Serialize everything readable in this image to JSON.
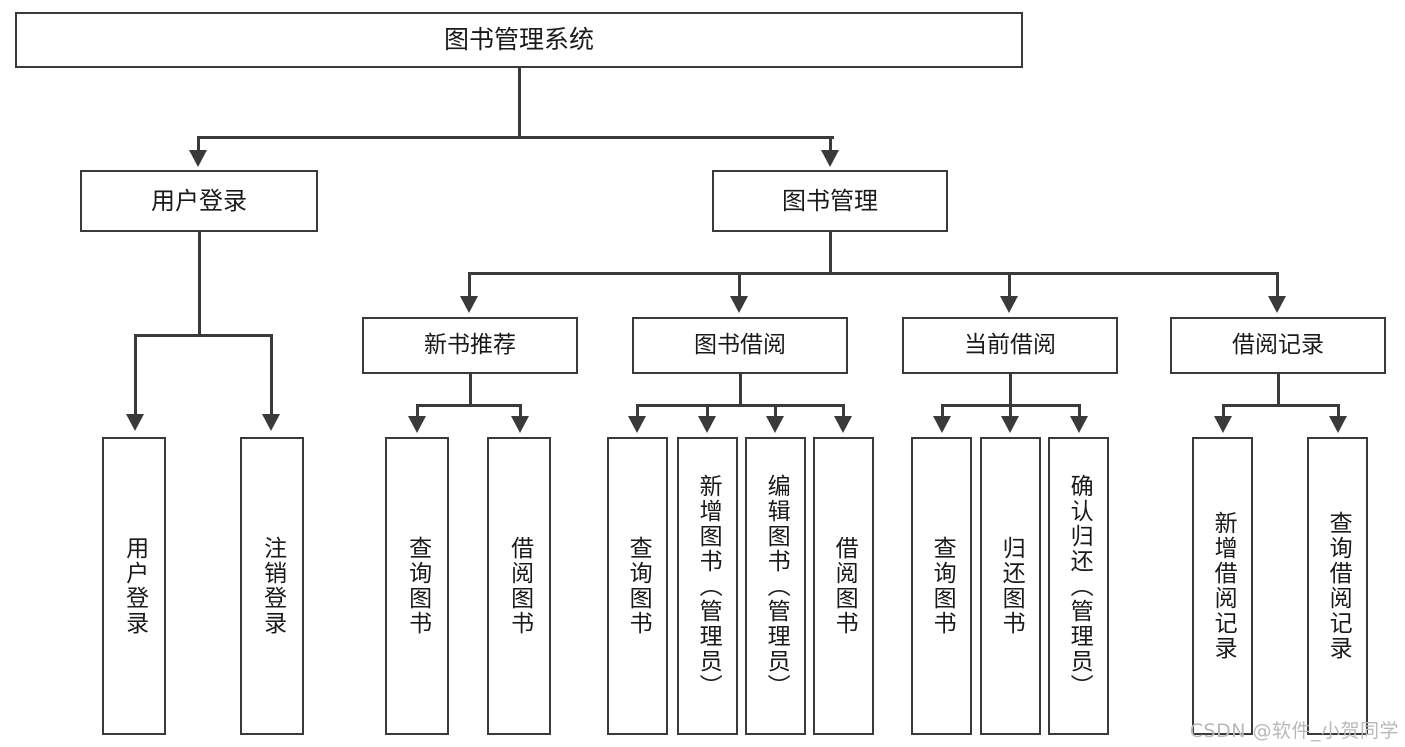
{
  "diagram": {
    "title": "图书管理系统",
    "type": "tree",
    "root": {
      "label": "图书管理系统"
    },
    "level2": [
      {
        "label": "用户登录"
      },
      {
        "label": "图书管理"
      }
    ],
    "level3": [
      {
        "label": "新书推荐"
      },
      {
        "label": "图书借阅"
      },
      {
        "label": "当前借阅"
      },
      {
        "label": "借阅记录"
      }
    ],
    "leaves": {
      "user_login": [
        {
          "label": "用户登录"
        },
        {
          "label": "注销登录"
        }
      ],
      "new_book_recommend": [
        {
          "label": "查询图书"
        },
        {
          "label": "借阅图书"
        }
      ],
      "book_borrow": [
        {
          "label": "查询图书"
        },
        {
          "label": "新增图书（管理员）"
        },
        {
          "label": "编辑图书（管理员）"
        },
        {
          "label": "借阅图书"
        }
      ],
      "current_borrow": [
        {
          "label": "查询图书"
        },
        {
          "label": "归还图书"
        },
        {
          "label": "确认归还（管理员）"
        }
      ],
      "borrow_record": [
        {
          "label": "新增借阅记录"
        },
        {
          "label": "查询借阅记录"
        }
      ]
    }
  },
  "watermark": {
    "text": "CSDN @软件_小贺同学"
  },
  "colors": {
    "stroke": "#3a3a3a",
    "background": "#ffffff",
    "text": "#1a1a1a",
    "watermark": "#b9b9b9"
  }
}
